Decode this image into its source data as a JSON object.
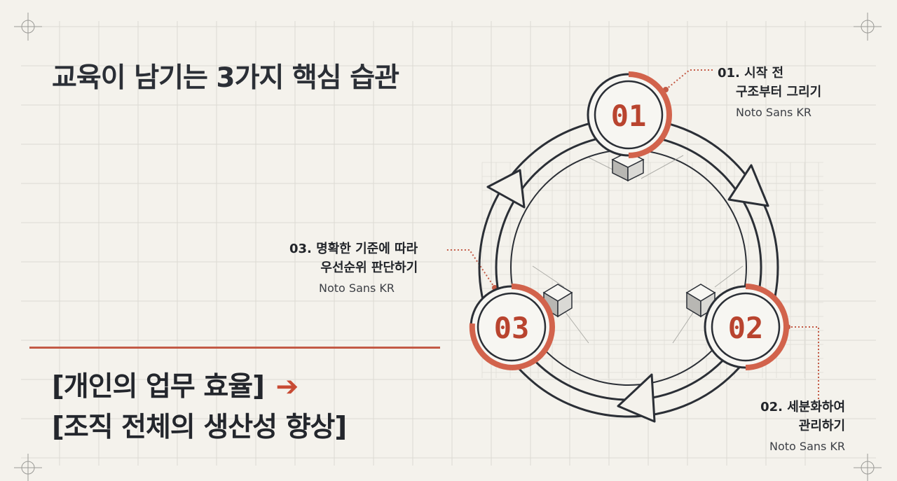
{
  "title": "교육이 남기는 3가지 핵심 습관",
  "steps": [
    {
      "number": "01",
      "label_line1": "01. 시작 전",
      "label_line2": "구조부터 그리기",
      "font_note": "Noto Sans KR"
    },
    {
      "number": "02",
      "label_line1": "02. 세분화하여",
      "label_line2": "관리하기",
      "font_note": "Noto Sans KR"
    },
    {
      "number": "03",
      "label_line1": "03. 명확한 기준에 따라",
      "label_line2": "우선순위 판단하기",
      "font_note": "Noto Sans KR"
    }
  ],
  "conclusion": {
    "line1": "[개인의 업무 효율]",
    "arrow": "➔",
    "line2": "[조직 전체의 생산성 향상]"
  },
  "colors": {
    "background": "#f4f2ec",
    "accent": "#c35a45",
    "ink": "#2b2f36"
  }
}
